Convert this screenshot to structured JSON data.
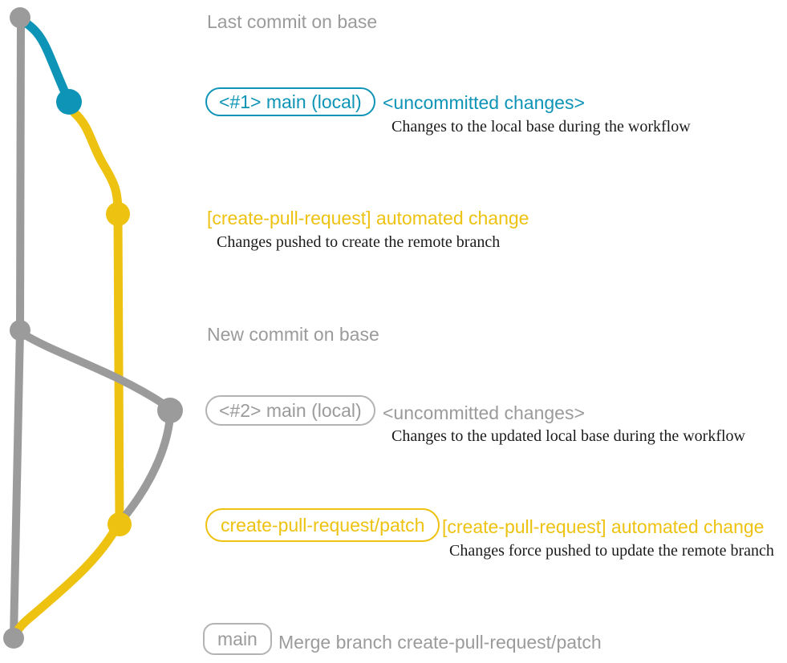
{
  "colors": {
    "gray": "#9b9b9b",
    "gray_border": "#b3b3b3",
    "blue": "#0e94b6",
    "yellow": "#eec211",
    "note_black": "#1b1b1b"
  },
  "graph": {
    "branches": [
      {
        "name": "base",
        "color": "gray"
      },
      {
        "name": "main-local",
        "color": "blue"
      },
      {
        "name": "create-pull-request/patch",
        "color": "yellow"
      }
    ],
    "commits": [
      {
        "id": "last-commit-on-base",
        "color": "gray"
      },
      {
        "id": "local-commit-1",
        "color": "blue"
      },
      {
        "id": "remote-branch-commit-1",
        "color": "yellow"
      },
      {
        "id": "new-commit-on-base",
        "color": "gray"
      },
      {
        "id": "local-commit-2",
        "color": "gray"
      },
      {
        "id": "remote-branch-commit-2",
        "color": "yellow"
      },
      {
        "id": "merge-commit",
        "color": "gray"
      }
    ]
  },
  "annotations": {
    "last_commit": "Last commit on base",
    "new_commit": "New commit on base"
  },
  "row1": {
    "pill": "<#1> main (local)",
    "heading": "<uncommitted changes>",
    "note": "Changes to the local base during the workflow"
  },
  "row2": {
    "heading": "[create-pull-request] automated change",
    "note": "Changes pushed to create the remote branch"
  },
  "row3": {
    "pill": "<#2> main (local)",
    "heading": "<uncommitted changes>",
    "note": "Changes to the updated local base during the workflow"
  },
  "row4": {
    "pill": "create-pull-request/patch",
    "heading": "[create-pull-request] automated change",
    "note": "Changes force pushed to update the remote branch"
  },
  "row5": {
    "pill": "main",
    "message": "Merge branch create-pull-request/patch"
  }
}
